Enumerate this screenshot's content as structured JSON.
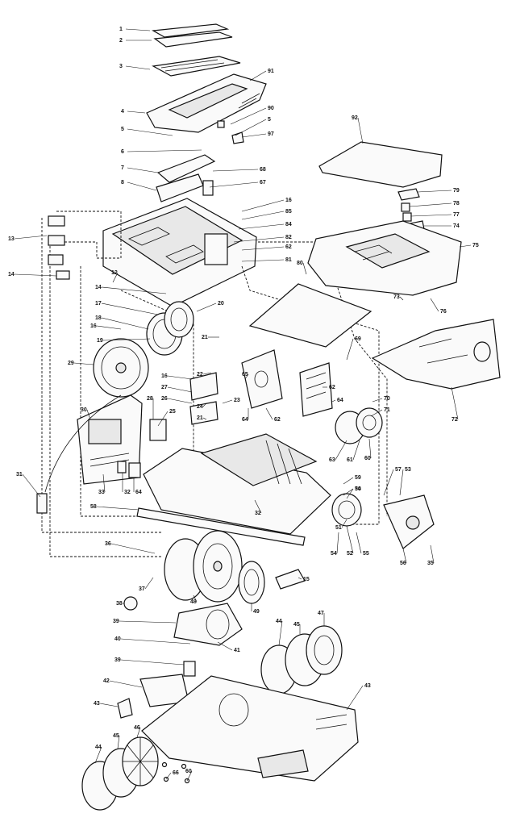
{
  "diagram": {
    "callouts": [
      "1",
      "2",
      "3",
      "4",
      "5",
      "6",
      "7",
      "8",
      "91",
      "90",
      "5",
      "97",
      "68",
      "67",
      "16",
      "85",
      "84",
      "82",
      "62",
      "81",
      "80",
      "92",
      "79",
      "78",
      "77",
      "74",
      "75",
      "73",
      "76",
      "13",
      "14",
      "12",
      "14",
      "17",
      "18",
      "16",
      "19",
      "20",
      "21",
      "29",
      "16",
      "27",
      "26",
      "28",
      "24",
      "21",
      "25",
      "30",
      "31",
      "22",
      "23",
      "65",
      "64",
      "62",
      "69",
      "70",
      "71",
      "72",
      "63",
      "61",
      "60",
      "59",
      "34",
      "58",
      "57",
      "53",
      "51",
      "52",
      "54",
      "55",
      "56",
      "35",
      "36",
      "37",
      "48",
      "49",
      "15",
      "38",
      "39",
      "40",
      "39",
      "41",
      "42",
      "43",
      "44",
      "45",
      "47",
      "43",
      "44",
      "45",
      "46",
      "66",
      "60",
      "50",
      "32",
      "33",
      "32",
      "64",
      "62",
      "64"
    ]
  }
}
